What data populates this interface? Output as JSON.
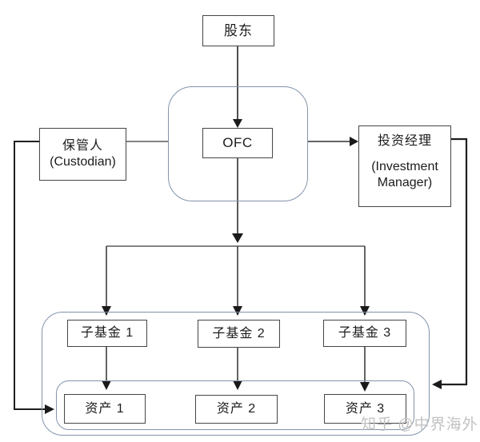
{
  "diagram": {
    "title_implicit": "OFC structure diagram",
    "shareholder_label": "股东",
    "ofc_label": "OFC",
    "custodian_line1": "保管人",
    "custodian_line2": "(Custodian)",
    "manager_line1": "投资经理",
    "manager_line2": "(Investment",
    "manager_line3": "Manager)",
    "subfunds": [
      {
        "label": "子基金 1"
      },
      {
        "label": "子基金 2"
      },
      {
        "label": "子基金 3"
      }
    ],
    "assets": [
      {
        "label": "资产 1"
      },
      {
        "label": "资产 2"
      },
      {
        "label": "资产 3"
      }
    ],
    "colors": {
      "box_border": "#454545",
      "group_border": "#8294aa",
      "connector": "#303030",
      "connector_light": "#5a5a5a",
      "watermark_text_color": "#c3c3c3"
    }
  },
  "watermark": {
    "text": "知乎 @中界海外"
  }
}
